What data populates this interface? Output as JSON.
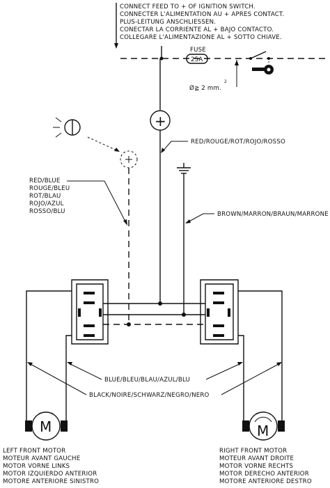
{
  "header": {
    "lines": [
      "CONNECT FEED TO + OF IGNITION SWITCH.",
      "CONNECTER L'ALIMENTATION AU + APRES CONTACT.",
      "PLUS-LEITUNG ANSCHLIESSEN.",
      "CONECTAR LA CORRIENTE AL + BAJO CONTACTO.",
      "COLLEGARE L'ALIMENTAZIONE AL + SOTTO CHIAVE."
    ]
  },
  "fuse": {
    "label": "FUSE",
    "rating": "25A",
    "wire_size": "Ø≧ 2  mm.",
    "wire_size_exp": "2"
  },
  "wires": {
    "feed_label": "RED/ROUGE/ROT/ROJO/ROSSO",
    "brown_label": "BROWN/MARRON/BRAUN/MARRONE",
    "red_blue_lines": [
      "RED/BLUE",
      "ROUGE/BLEU",
      "ROT/BLAU",
      "ROJO/AZUL",
      "ROSSO/BLU"
    ],
    "blue_label": "BLUE/BLEU/BLAU/AZUL/BLU",
    "black_label": "BLACK/NOIRE/SCHWARZ/NEGRO/NERO"
  },
  "motors": {
    "left": {
      "symbol": "M",
      "lines": [
        "LEFT FRONT MOTOR",
        "MOTEUR AVANT GAUCHE",
        "MOTOR VORNE LINKS",
        "MOTOR IZQUIERDO ANTERIOR",
        "MOTORE ANTERIORE SINISTRO"
      ]
    },
    "right": {
      "symbol": "M",
      "lines": [
        "RIGHT FRONT MOTOR",
        "MOTEUR AVANT DROITE",
        "MOTOR VORNE RECHTS",
        "MOTOR DERECHO ANTERIOR",
        "MOTORE ANTERIORE DESTRO"
      ]
    }
  },
  "symbols": {
    "plus": "+"
  },
  "icons": [
    "ignition-key-icon",
    "indicator-lamp-icon",
    "ground-icon",
    "switch-icon"
  ]
}
